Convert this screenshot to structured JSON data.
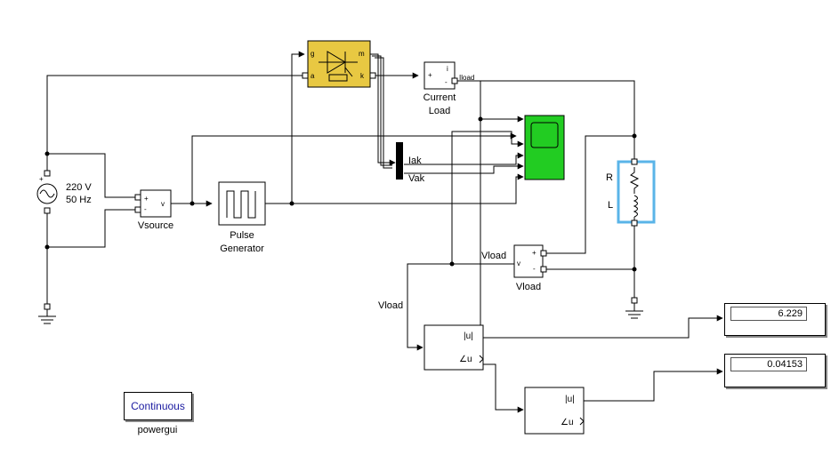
{
  "diagram": {
    "vsource_top": "220 V",
    "vsource_bottom": "50 Hz",
    "vsource_meas_label": "Vsource",
    "vsource_meas_port_plus": "+",
    "vsource_meas_port_minus": "-",
    "vsource_meas_out": "v",
    "pulse_label_1": "Pulse",
    "pulse_label_2": "Generator",
    "thyristor_port_g": "g",
    "thyristor_port_a": "a",
    "thyristor_port_m": "m",
    "thyristor_port_k": "k",
    "current_label_1": "Current",
    "current_label_2": "Load",
    "current_port_plus": "+",
    "current_port_minus": "-",
    "current_out": "i",
    "iload_signal": "Iload",
    "mux_label_iak": "Iak",
    "mux_label_vak": "Vak",
    "vload_meas_label": "Vload",
    "vload_signal_top": "Vload",
    "vload_signal_left": "Vload",
    "vload_port_plus": "+",
    "vload_port_minus": "-",
    "vload_out": "v",
    "rl_r": "R",
    "rl_l": "L",
    "fourier1_mag": "|u|",
    "fourier1_angle": "∠u",
    "fourier2_mag": "|u|",
    "fourier2_angle": "∠u",
    "display1_value": "6.229",
    "display2_value": "0.04153",
    "powergui_block": "Continuous",
    "powergui_label": "powergui"
  },
  "colors": {
    "thyristor_fill": "#e8c842",
    "scope_fill": "#22cc22",
    "rl_selection": "#5ab4e8",
    "powergui_text": "#1a1aa0"
  }
}
